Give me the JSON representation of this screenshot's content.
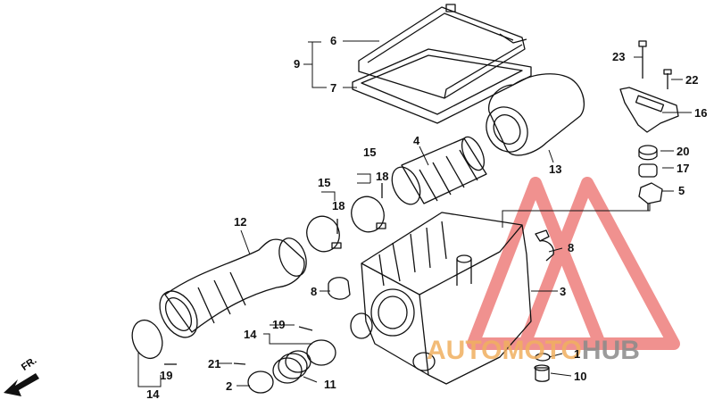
{
  "callouts": [
    {
      "id": "c6",
      "text": "6"
    },
    {
      "id": "c9",
      "text": "9"
    },
    {
      "id": "c7",
      "text": "7"
    },
    {
      "id": "c23",
      "text": "23"
    },
    {
      "id": "c22",
      "text": "22"
    },
    {
      "id": "c16",
      "text": "16"
    },
    {
      "id": "c4",
      "text": "4"
    },
    {
      "id": "c13",
      "text": "13"
    },
    {
      "id": "c20",
      "text": "20"
    },
    {
      "id": "c17",
      "text": "17"
    },
    {
      "id": "c15a",
      "text": "15"
    },
    {
      "id": "c15b",
      "text": "15"
    },
    {
      "id": "c18a",
      "text": "18"
    },
    {
      "id": "c18b",
      "text": "18"
    },
    {
      "id": "c5",
      "text": "5"
    },
    {
      "id": "c12",
      "text": "12"
    },
    {
      "id": "c8a",
      "text": "8"
    },
    {
      "id": "c8b",
      "text": "8"
    },
    {
      "id": "c3",
      "text": "3"
    },
    {
      "id": "c14a",
      "text": "14"
    },
    {
      "id": "c19a",
      "text": "19"
    },
    {
      "id": "c19b",
      "text": "19"
    },
    {
      "id": "c21",
      "text": "21"
    },
    {
      "id": "c2",
      "text": "2"
    },
    {
      "id": "c11",
      "text": "11"
    },
    {
      "id": "c14b",
      "text": "14"
    },
    {
      "id": "c1",
      "text": "1"
    },
    {
      "id": "c10",
      "text": "10"
    }
  ],
  "direction_label": "FR.",
  "watermark": {
    "part1": "AUTOMOTO",
    "part2": "HUB",
    "color1": "#f0b060",
    "color2": "#8a8a8a",
    "triangle_color": "#e53935"
  }
}
